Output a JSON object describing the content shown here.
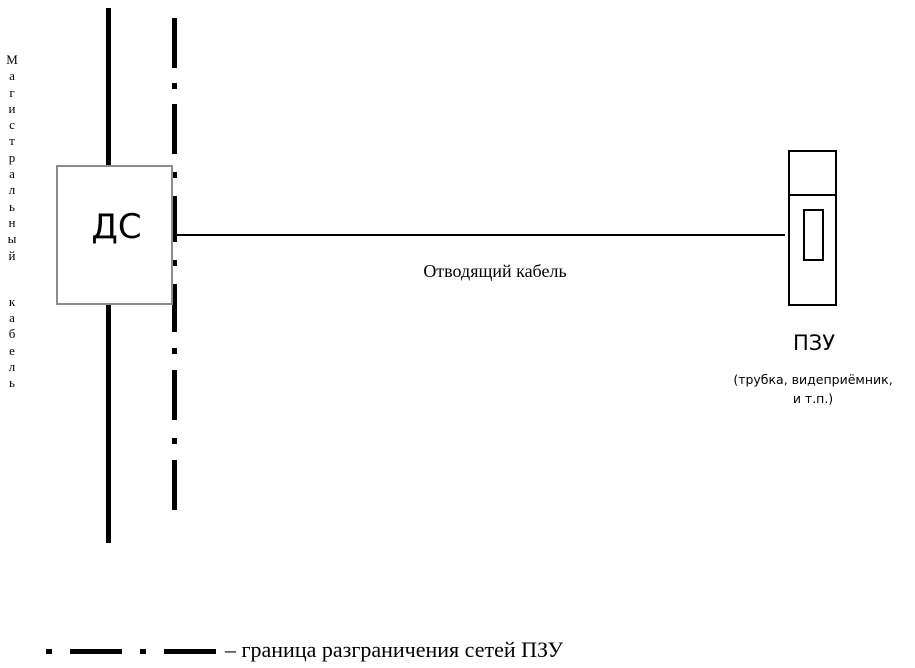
{
  "diagram": {
    "trunk_cable_label_letters": [
      "М",
      "а",
      "г",
      "и",
      "с",
      "т",
      "р",
      "а",
      "л",
      "ь",
      "н",
      "ы",
      "й",
      "",
      "к",
      "а",
      "б",
      "е",
      "л",
      "ь"
    ],
    "ds_label": "ДС",
    "outgoing_cable_label": "Отводящий кабель",
    "device_label": "ПЗУ",
    "device_note_line1": "(трубка, видеприёмник,",
    "device_note_line2": "и т.п.)"
  },
  "legend": {
    "text": "– граница разграничения сетей ПЗУ"
  }
}
